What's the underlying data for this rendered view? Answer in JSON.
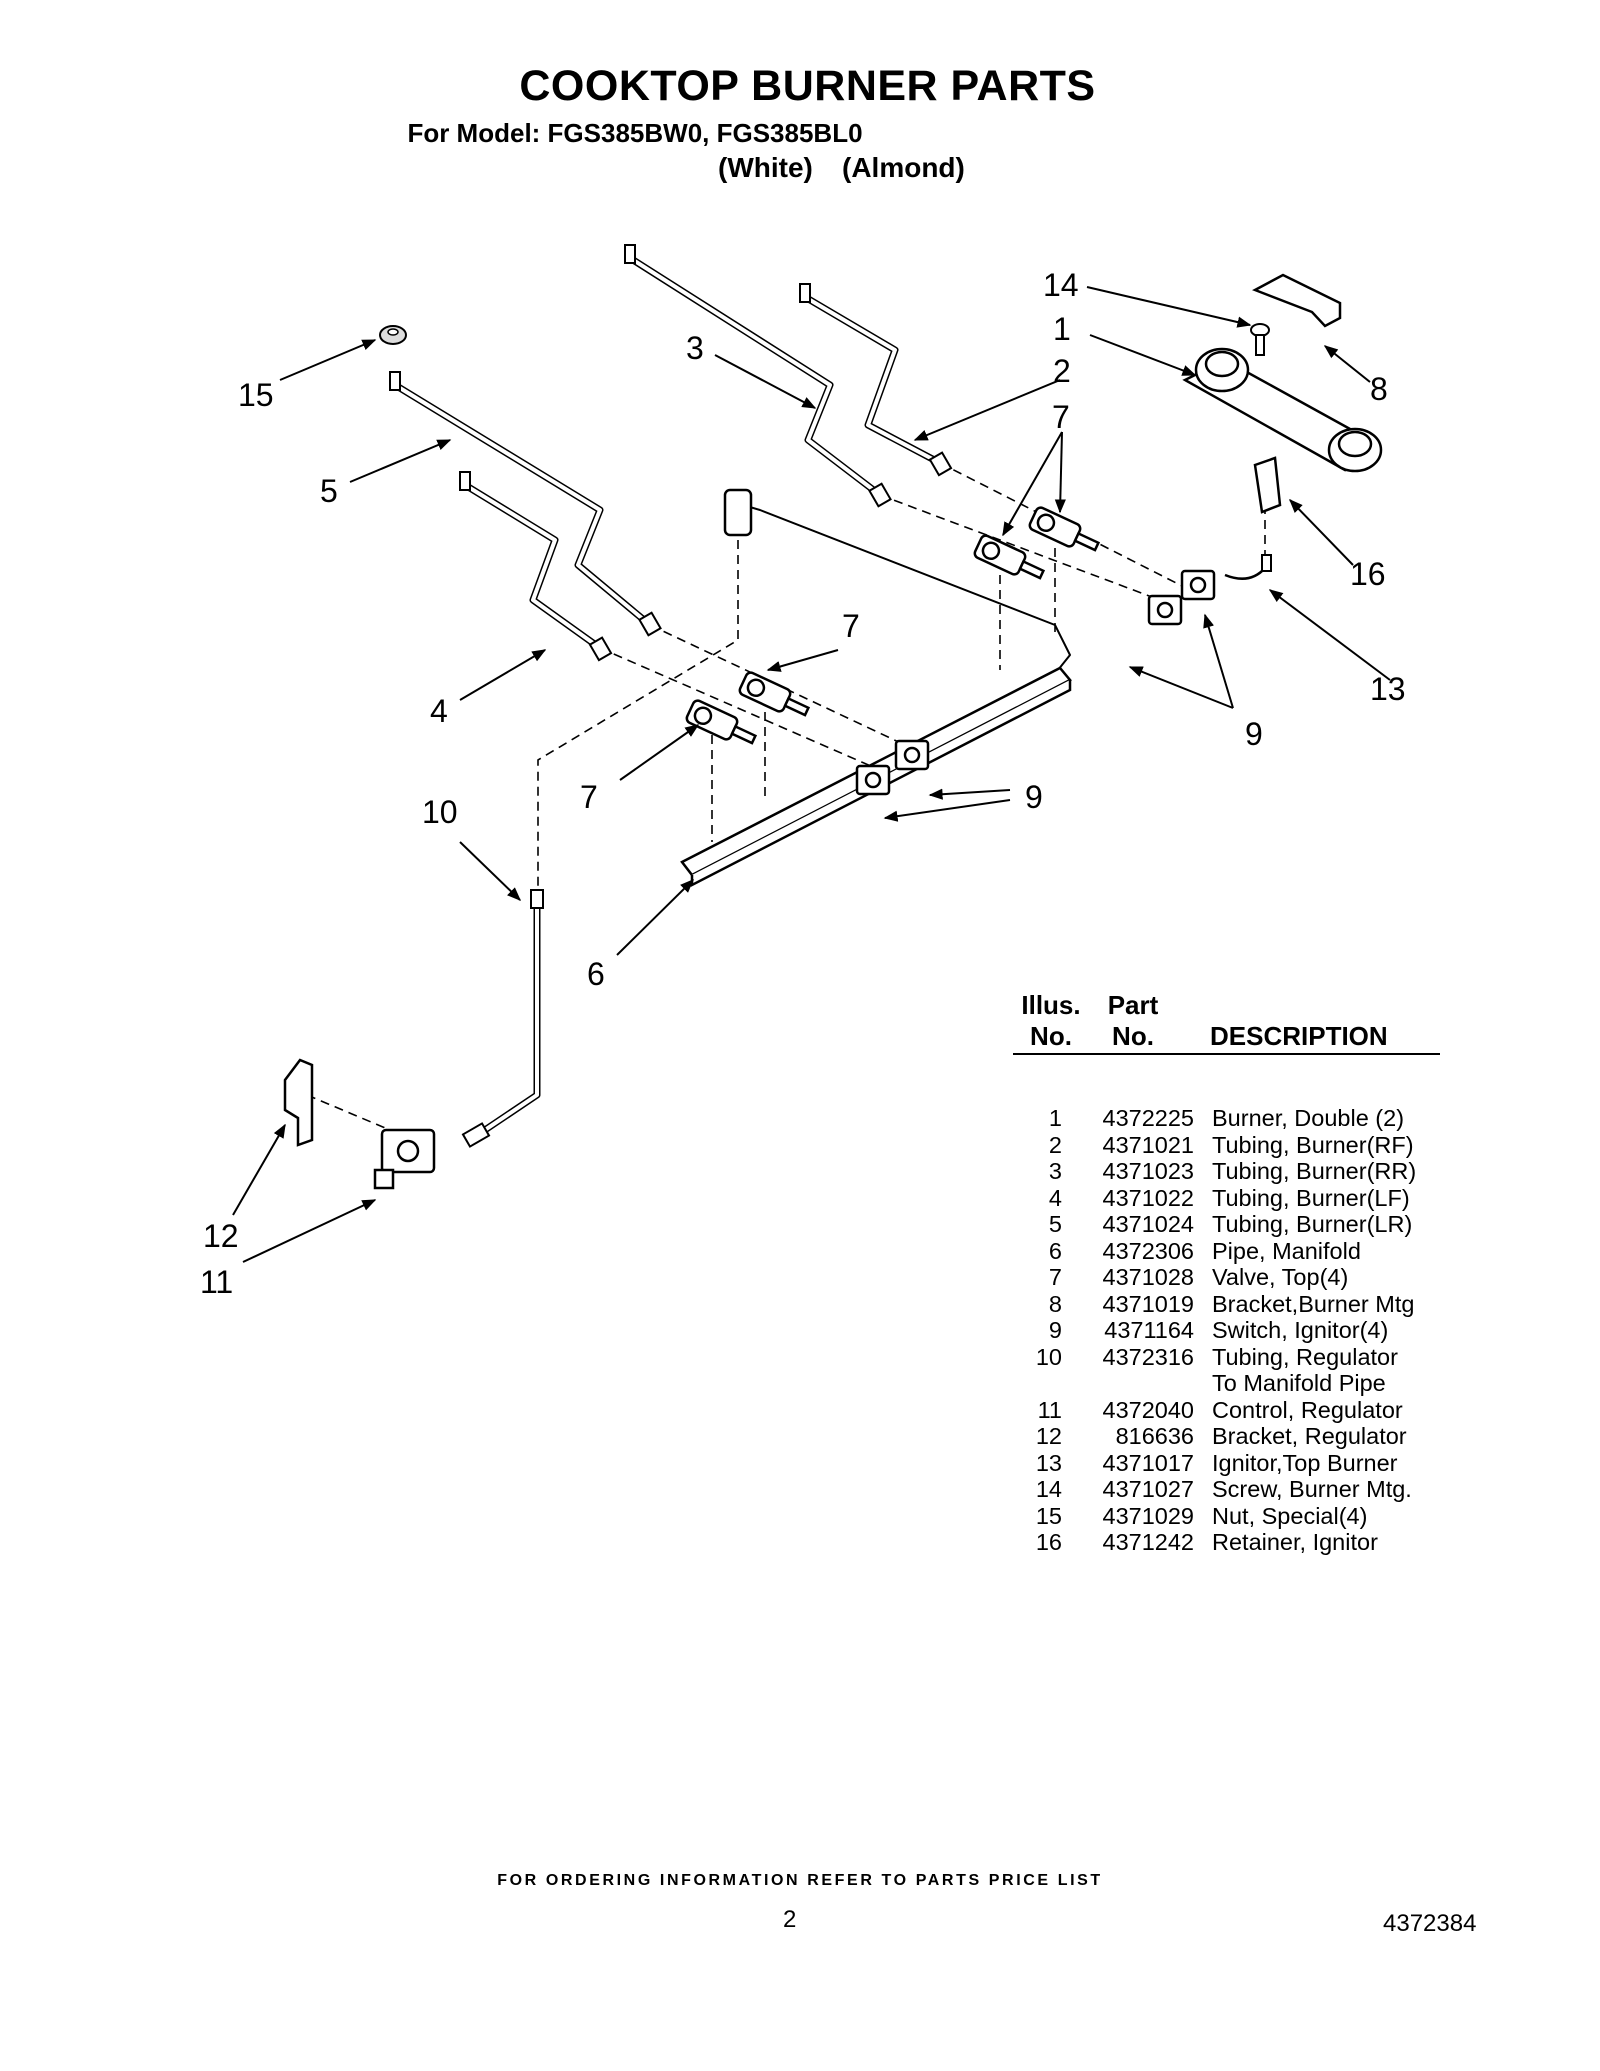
{
  "title": "COOKTOP BURNER PARTS",
  "model_line": "For Model: FGS385BW0, FGS385BL0",
  "colors": [
    "(White)",
    "(Almond)"
  ],
  "callouts": [
    "14",
    "1",
    "2",
    "3",
    "15",
    "5",
    "7",
    "8",
    "16",
    "13",
    "9",
    "7",
    "4",
    "7",
    "9",
    "10",
    "6",
    "12",
    "11"
  ],
  "table": {
    "header_illus": [
      "Illus.",
      "No."
    ],
    "header_part": [
      "Part",
      "No."
    ],
    "header_desc": "DESCRIPTION",
    "rows": [
      {
        "num": "1",
        "part": "4372225",
        "desc": "Burner, Double (2)"
      },
      {
        "num": "2",
        "part": "4371021",
        "desc": "Tubing, Burner(RF)"
      },
      {
        "num": "3",
        "part": "4371023",
        "desc": "Tubing, Burner(RR)"
      },
      {
        "num": "4",
        "part": "4371022",
        "desc": "Tubing, Burner(LF)"
      },
      {
        "num": "5",
        "part": "4371024",
        "desc": "Tubing, Burner(LR)"
      },
      {
        "num": "6",
        "part": "4372306",
        "desc": "Pipe, Manifold"
      },
      {
        "num": "7",
        "part": "4371028",
        "desc": "Valve, Top(4)"
      },
      {
        "num": "8",
        "part": "4371019",
        "desc": "Bracket,Burner Mtg"
      },
      {
        "num": "9",
        "part": "4371164",
        "desc": "Switch, Ignitor(4)"
      },
      {
        "num": "10",
        "part": "4372316",
        "desc": "Tubing, Regulator"
      },
      {
        "num": "",
        "part": "",
        "desc": "To Manifold Pipe"
      },
      {
        "num": "11",
        "part": "4372040",
        "desc": "Control, Regulator"
      },
      {
        "num": "12",
        "part": "816636",
        "desc": "Bracket, Regulator"
      },
      {
        "num": "13",
        "part": "4371017",
        "desc": "Ignitor,Top Burner"
      },
      {
        "num": "14",
        "part": "4371027",
        "desc": "Screw, Burner Mtg."
      },
      {
        "num": "15",
        "part": "4371029",
        "desc": "Nut, Special(4)"
      },
      {
        "num": "16",
        "part": "4371242",
        "desc": "Retainer, Ignitor"
      }
    ]
  },
  "footer_note": "FOR ORDERING INFORMATION REFER TO PARTS PRICE LIST",
  "page_number": "2",
  "document_number": "4372384"
}
